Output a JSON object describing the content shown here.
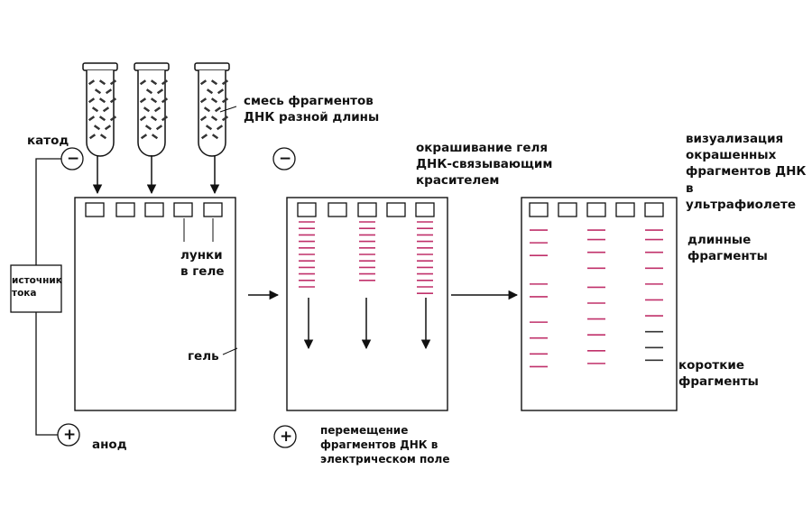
{
  "labels": {
    "mixture": "смесь фрагментов\nДНК разной длины",
    "cathode": "катод",
    "anode": "анод",
    "power_source": "источник\nтока",
    "wells": "лунки\nв геле",
    "gel": "гель",
    "staining": "окрашивание геля\nДНК-связывающим\nкрасителем",
    "visualization": "визуализация\nокрашенных\nфрагментов ДНК в\nультрафиолете",
    "long_fragments": "длинные\nфрагменты",
    "short_fragments": "короткие\nфрагменты",
    "migration": "перемещение\nфрагментов ДНК в\nэлектрическом поле"
  },
  "symbols": {
    "minus": "−",
    "plus": "+"
  },
  "colors": {
    "band": "#c0306a",
    "line": "#111111"
  },
  "gel3_lanes": [
    {
      "bands": [
        0.04,
        0.12,
        0.2,
        0.38,
        0.46,
        0.62,
        0.72,
        0.82,
        0.9
      ]
    },
    {
      "bands": []
    },
    {
      "bands": [
        0.04,
        0.1,
        0.18,
        0.28,
        0.4,
        0.5,
        0.6,
        0.7,
        0.8,
        0.88
      ]
    },
    {
      "bands": []
    },
    {
      "bands": [
        0.04,
        0.1,
        0.18,
        0.28,
        0.38,
        0.48,
        0.58,
        0.68,
        0.78,
        0.86
      ]
    }
  ]
}
